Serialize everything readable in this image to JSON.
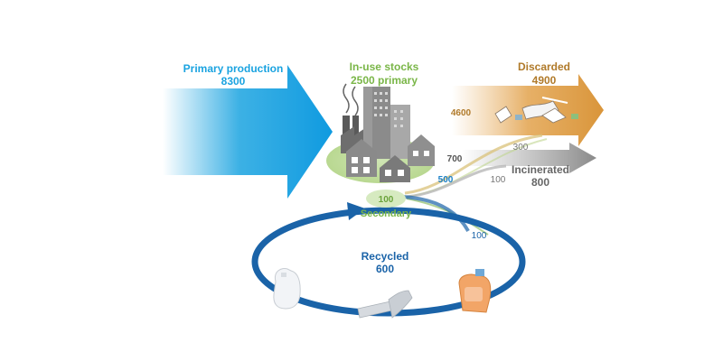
{
  "colors": {
    "primary": "#1aa3e0",
    "discarded": "#c08a2a",
    "stocks": "#7ab648",
    "incinerated": "#777777",
    "recycled": "#1a63a8"
  },
  "primary": {
    "label": "Primary production",
    "value": "8300"
  },
  "stocks": {
    "label": "In-use stocks",
    "sub": "2500 primary"
  },
  "discarded": {
    "label": "Discarded",
    "value": "4900",
    "side_value": "4600"
  },
  "incinerated": {
    "label": "Incinerated",
    "value": "800",
    "from_stock": "700"
  },
  "secondary": {
    "value": "100",
    "label": "Secondary"
  },
  "recycled": {
    "label": "Recycled",
    "value": "600",
    "from_stock": "500"
  },
  "flows": {
    "to_discarded": "300",
    "to_incinerated": "100",
    "to_loss": "100"
  },
  "icons": [
    "factory-city-icon",
    "bottle-icon",
    "jug-icon",
    "detergent-bottle-icon",
    "waste-debris-icon"
  ]
}
